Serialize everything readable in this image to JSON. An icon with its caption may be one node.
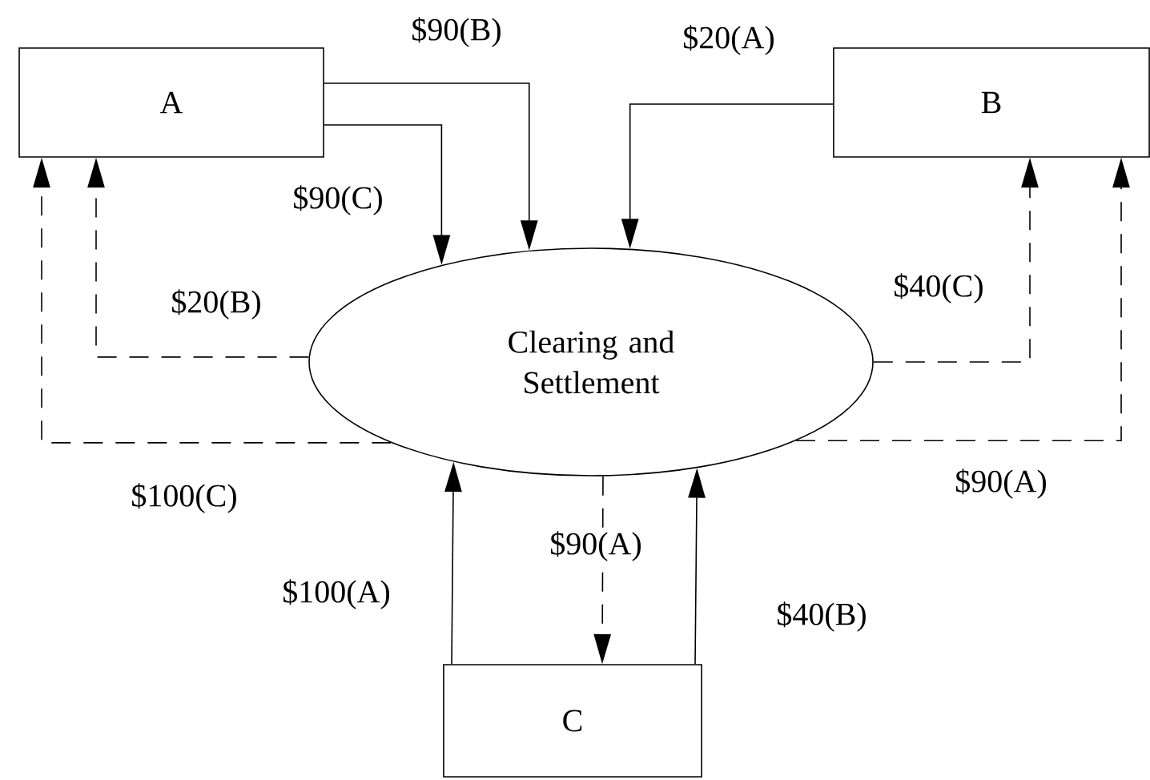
{
  "diagram": {
    "nodes": [
      {
        "text": [
          "A"
        ]
      },
      {
        "text": [
          "B"
        ]
      },
      {
        "text": [
          "Clearing and Settlement"
        ]
      },
      {
        "text": [
          "C"
        ]
      }
    ],
    "edges": [
      {
        "from": 0,
        "to": 2,
        "arrow": "to",
        "label": "$90(B)"
      },
      {
        "from": 0,
        "to": 2,
        "arrow": "to",
        "label": "$90(C)"
      },
      {
        "from": 1,
        "to": 2,
        "arrow": "to",
        "label": "$20(A)"
      },
      {
        "from": 2,
        "to": 0,
        "arrow": "to",
        "label": "$20(B)",
        "style": "dashed"
      },
      {
        "from": 2,
        "to": 0,
        "arrow": "to",
        "label": "$100(C)",
        "style": "dashed"
      },
      {
        "from": 2,
        "to": 1,
        "arrow": "to",
        "label": "$40(C)",
        "style": "dashed"
      },
      {
        "from": 2,
        "to": 1,
        "arrow": "to",
        "label": "$90(A)",
        "style": "dashed"
      },
      {
        "from": 3,
        "to": 2,
        "arrow": "to",
        "label": "$100(A)"
      },
      {
        "from": 2,
        "to": 3,
        "arrow": "to",
        "label": "$90(A)",
        "style": "dashed"
      },
      {
        "from": 3,
        "to": 2,
        "arrow": "to",
        "label": "$40(B)"
      }
    ]
  }
}
